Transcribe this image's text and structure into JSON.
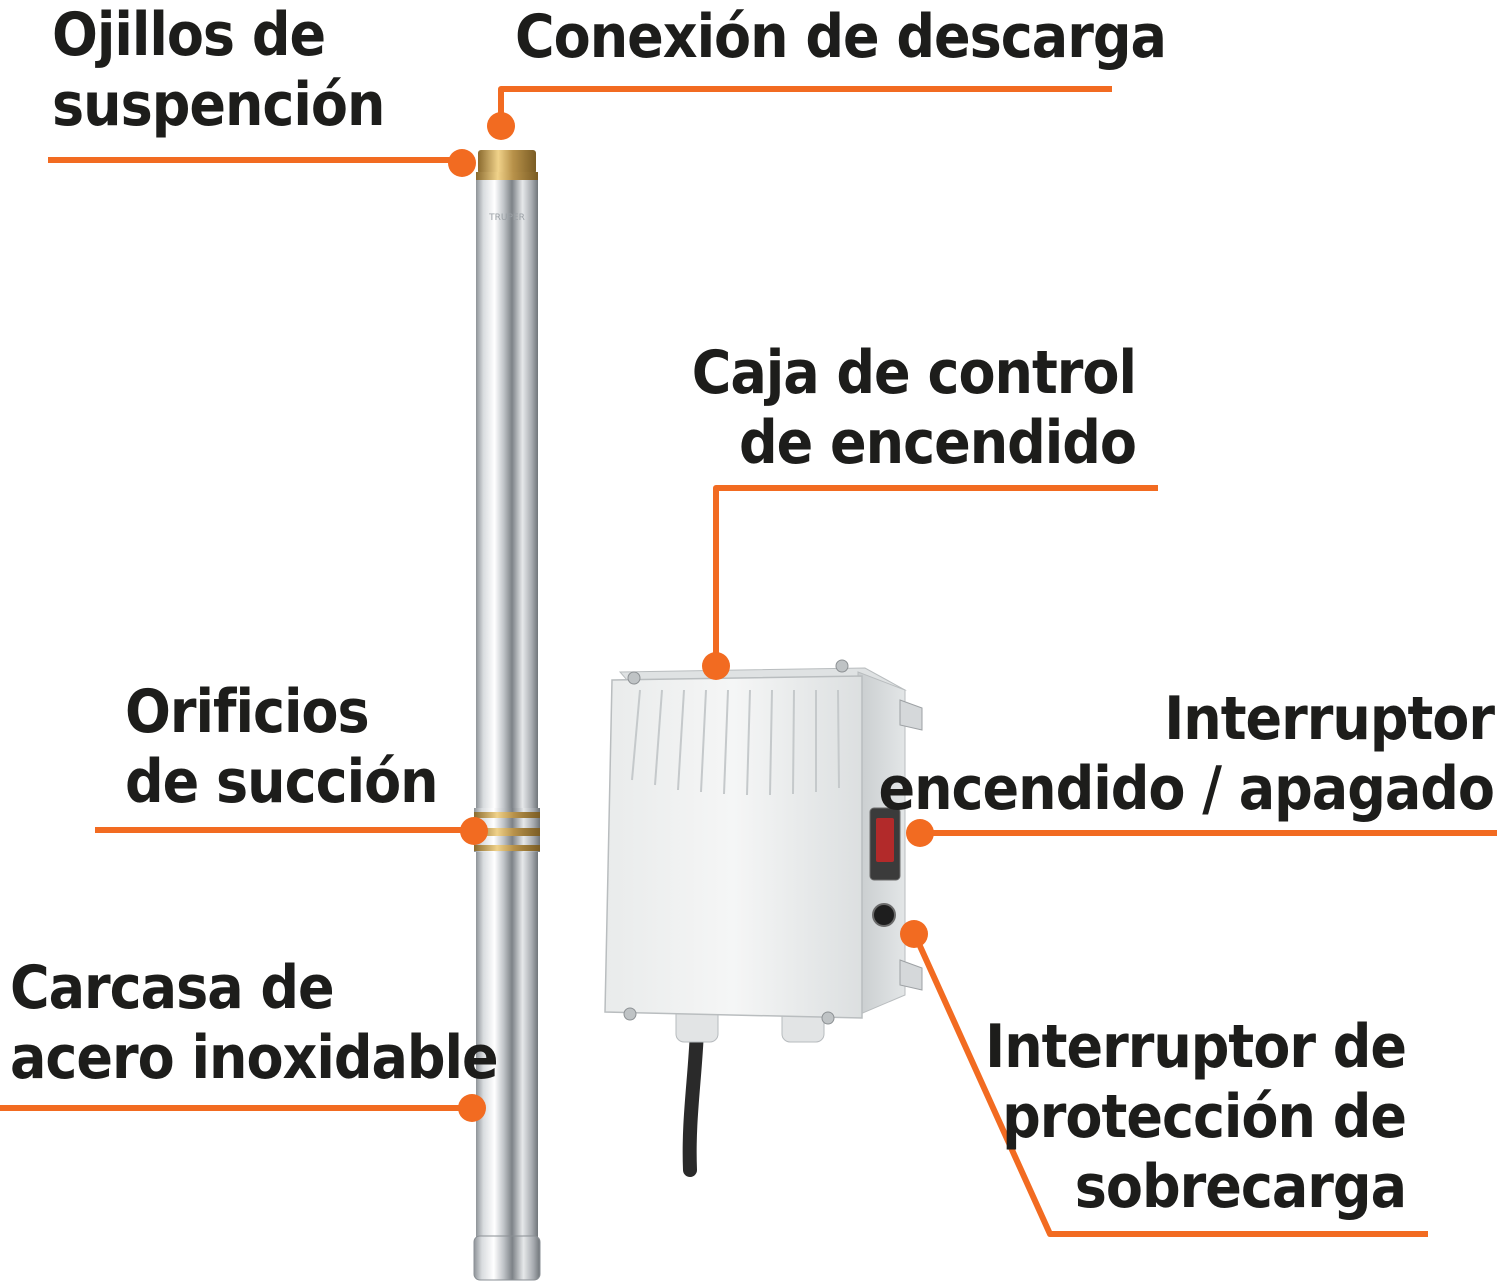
{
  "accent_color": "#F26B21",
  "brand_mark": "TRUPER",
  "labels": {
    "ojillos": [
      "Ojillos de",
      "suspención"
    ],
    "descarga": [
      "Conexión de descarga"
    ],
    "caja": [
      "Caja de control",
      "de encendido"
    ],
    "orificios": [
      "Orificios",
      "de succión"
    ],
    "interruptor": [
      "Interruptor",
      "encendido / apagado"
    ],
    "carcasa": [
      "Carcasa de",
      "acero inoxidable"
    ],
    "proteccion": [
      "Interruptor de",
      "protección de",
      "sobrecarga"
    ]
  }
}
